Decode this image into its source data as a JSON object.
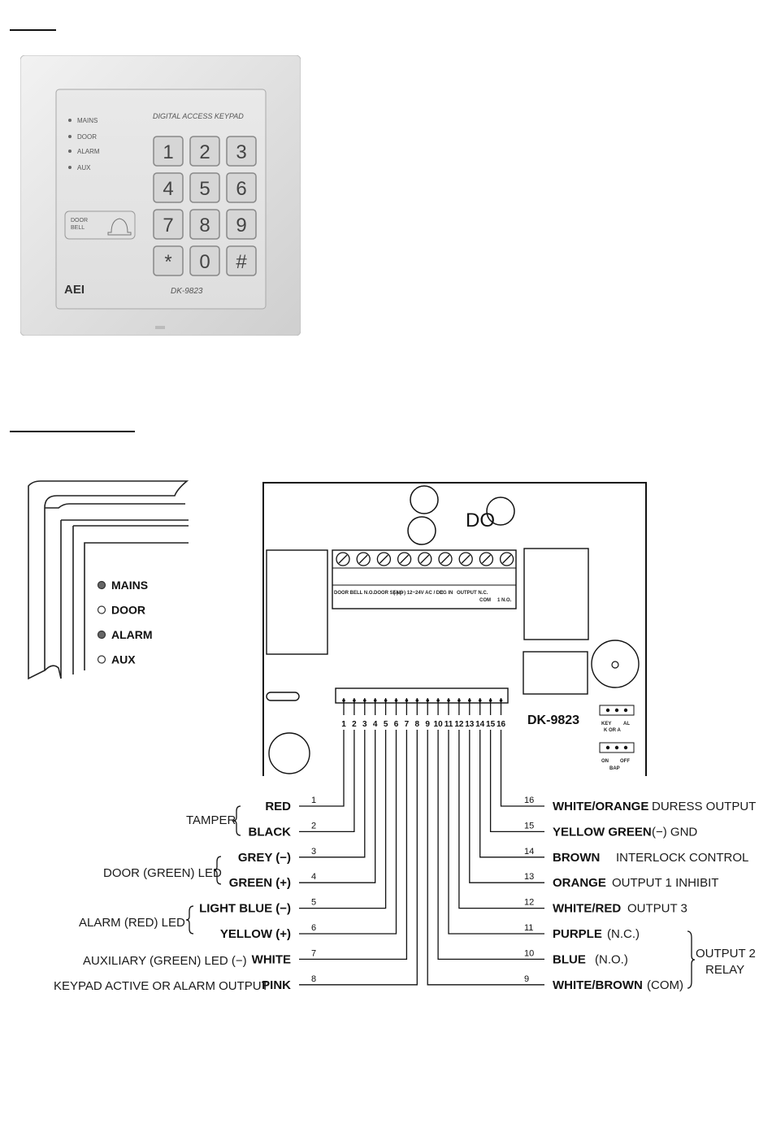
{
  "keypad": {
    "brand": "AEI",
    "title": "DIGITAL ACCESS KEYPAD",
    "model": "DK-9823",
    "leds": [
      "MAINS",
      "DOOR",
      "ALARM",
      "AUX"
    ],
    "doorbell": [
      "DOOR",
      "BELL"
    ],
    "keys": [
      "1",
      "2",
      "3",
      "4",
      "5",
      "6",
      "7",
      "8",
      "9",
      "*",
      "0",
      "#"
    ]
  },
  "corner": {
    "leds": [
      {
        "label": "MAINS",
        "filled": true
      },
      {
        "label": "DOOR",
        "filled": false
      },
      {
        "label": "ALARM",
        "filled": true
      },
      {
        "label": "AUX",
        "filled": false
      }
    ]
  },
  "board": {
    "model": "DK-9823",
    "do_label": "DO",
    "terminals": [
      "DOOR BELL N.O.",
      "DOOR SENS",
      "(-) (+) 12~24V AC / DC",
      "EG IN",
      "OUTPUT N.C.",
      "COM",
      "1 N.O."
    ],
    "jumper1": {
      "left": "KEY",
      "right": "AL",
      "sub": "K OR A"
    },
    "jumper2": {
      "left": "ON",
      "right": "OFF",
      "sub": "BAP"
    },
    "pin_numbers": [
      "1",
      "2",
      "3",
      "4",
      "5",
      "6",
      "7",
      "8",
      "9",
      "10",
      "11",
      "12",
      "13",
      "14",
      "15",
      "16"
    ]
  },
  "wires_left": [
    {
      "num": "1",
      "color": "RED"
    },
    {
      "num": "2",
      "color": "BLACK"
    },
    {
      "num": "3",
      "color": "GREY (−)"
    },
    {
      "num": "4",
      "color": "GREEN (+)"
    },
    {
      "num": "5",
      "color": "LIGHT BLUE (−)"
    },
    {
      "num": "6",
      "color": "YELLOW (+)"
    },
    {
      "num": "7",
      "color": "WHITE"
    },
    {
      "num": "8",
      "color": "PINK"
    }
  ],
  "groups_left": {
    "tamper": "TAMPER",
    "door_led": "DOOR (GREEN) LED",
    "alarm_led": "ALARM (RED) LED",
    "aux_led": "AUXILIARY (GREEN) LED (−)",
    "keypad_active": "KEYPAD ACTIVE OR ALARM OUTPUT"
  },
  "wires_right": [
    {
      "num": "16",
      "color": "WHITE/ORANGE",
      "func": "DURESS OUTPUT"
    },
    {
      "num": "15",
      "color": "YELLOW GREEN",
      "func": "(−)  GND"
    },
    {
      "num": "14",
      "color": "BROWN",
      "func": "INTERLOCK CONTROL"
    },
    {
      "num": "13",
      "color": "ORANGE",
      "func": "OUTPUT 1 INHIBIT"
    },
    {
      "num": "12",
      "color": "WHITE/RED",
      "func": "OUTPUT 3"
    },
    {
      "num": "11",
      "color": "PURPLE",
      "func": "(N.C.)"
    },
    {
      "num": "10",
      "color": "BLUE",
      "func": "(N.O.)"
    },
    {
      "num": "9",
      "color": "WHITE/BROWN",
      "func": "(COM)"
    }
  ],
  "output2": [
    "OUTPUT 2",
    "RELAY"
  ]
}
